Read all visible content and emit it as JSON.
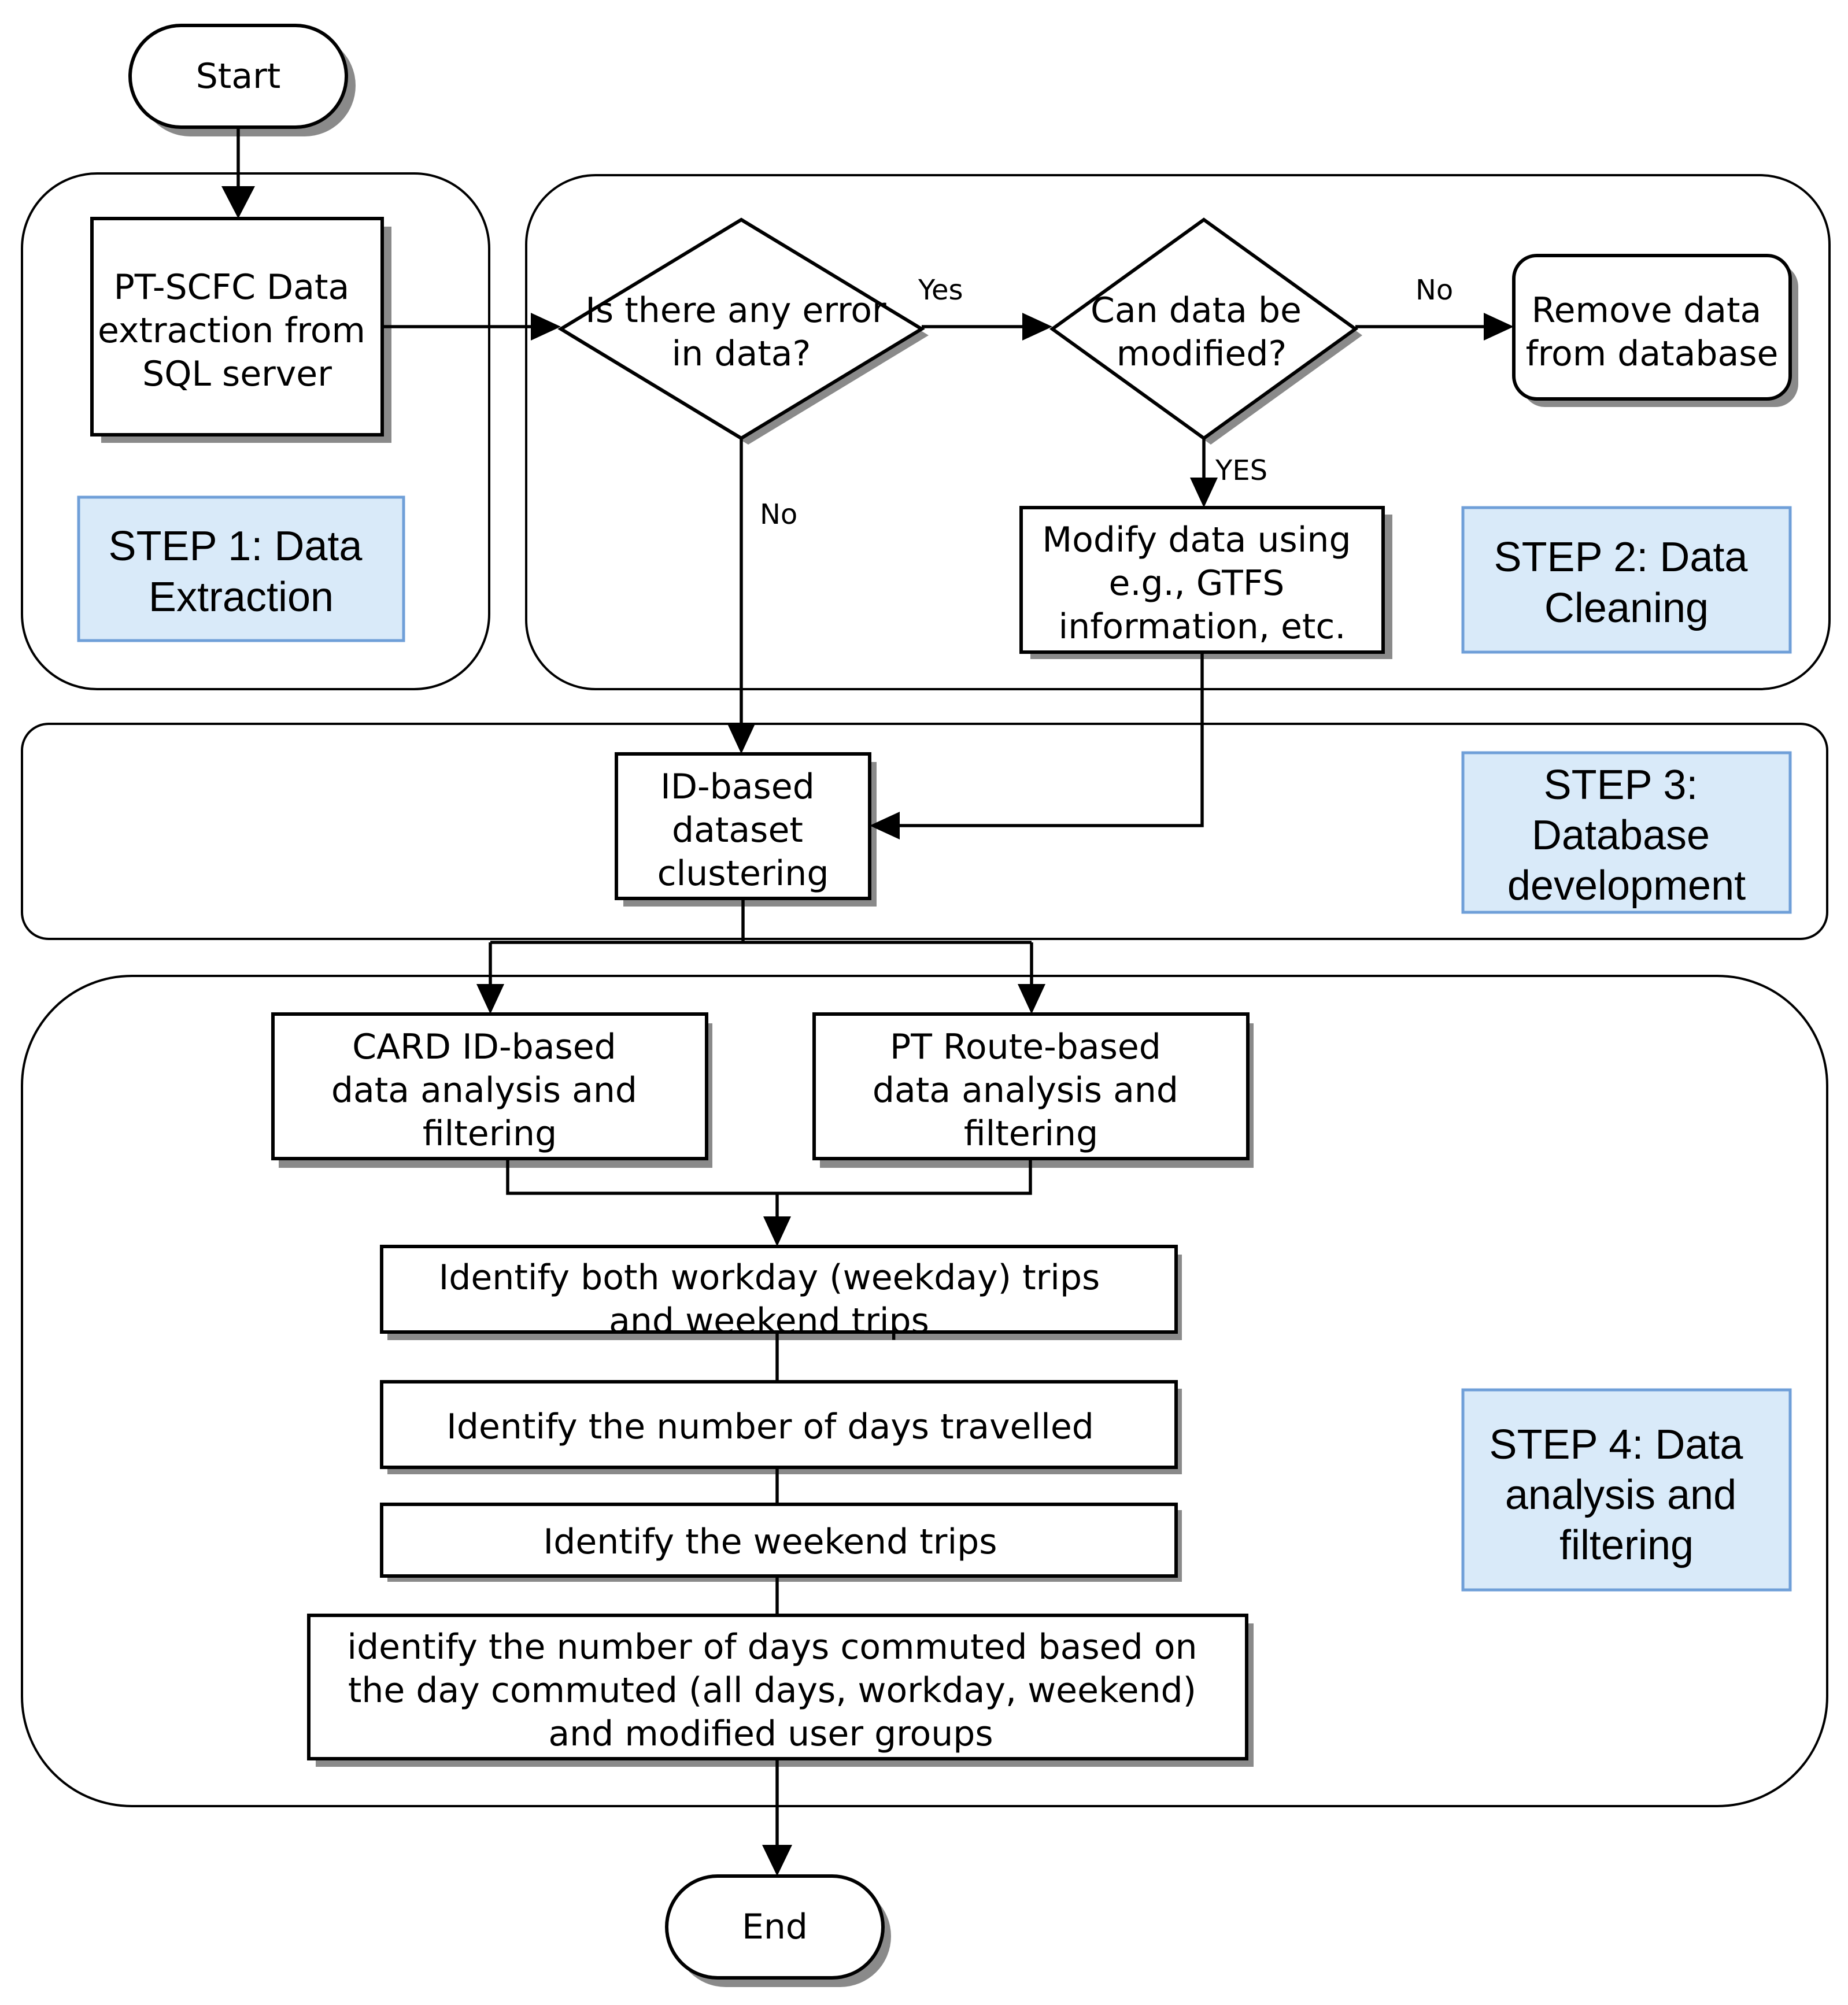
{
  "nodes": {
    "start": "Start",
    "extract": [
      "PT-SCFC Data",
      "extraction from",
      "SQL server"
    ],
    "error_check": [
      "Is there any error",
      "in data?"
    ],
    "modifiable_check": [
      "Can data be",
      "modified?"
    ],
    "remove": [
      "Remove data",
      "from database"
    ],
    "modify": [
      "Modify data using",
      "e.g., GTFS",
      "information, etc."
    ],
    "cluster": [
      "ID-based",
      "dataset",
      "clustering"
    ],
    "card_analysis": [
      "CARD ID-based",
      "data analysis and",
      "filtering"
    ],
    "route_analysis": [
      "PT Route-based",
      "data analysis and",
      "filtering"
    ],
    "identify_trips": [
      "Identify both workday (weekday) trips",
      "and weekend trips"
    ],
    "identify_days": [
      "Identify the number of days travelled"
    ],
    "identify_weekend": [
      "Identify the weekend trips"
    ],
    "identify_commute": [
      "identify the number of days commuted based on",
      "the day commuted (all days, workday, weekend)",
      "and modified user groups"
    ],
    "end": "End"
  },
  "steps": {
    "step1": [
      "STEP 1: Data",
      "Extraction"
    ],
    "step2": [
      "STEP 2: Data",
      "Cleaning"
    ],
    "step3": [
      "STEP 3:",
      "Database",
      "development"
    ],
    "step4": [
      "STEP 4: Data",
      "analysis and",
      "filtering"
    ]
  },
  "edge_labels": {
    "error_yes": "Yes",
    "error_no": "No",
    "modify_no": "No",
    "modify_yes": "YES"
  },
  "colors": {
    "step_fill": "#d9eaf9",
    "step_border": "#6f9fd8",
    "shadow": "#8a8a8a",
    "line": "#000000"
  }
}
